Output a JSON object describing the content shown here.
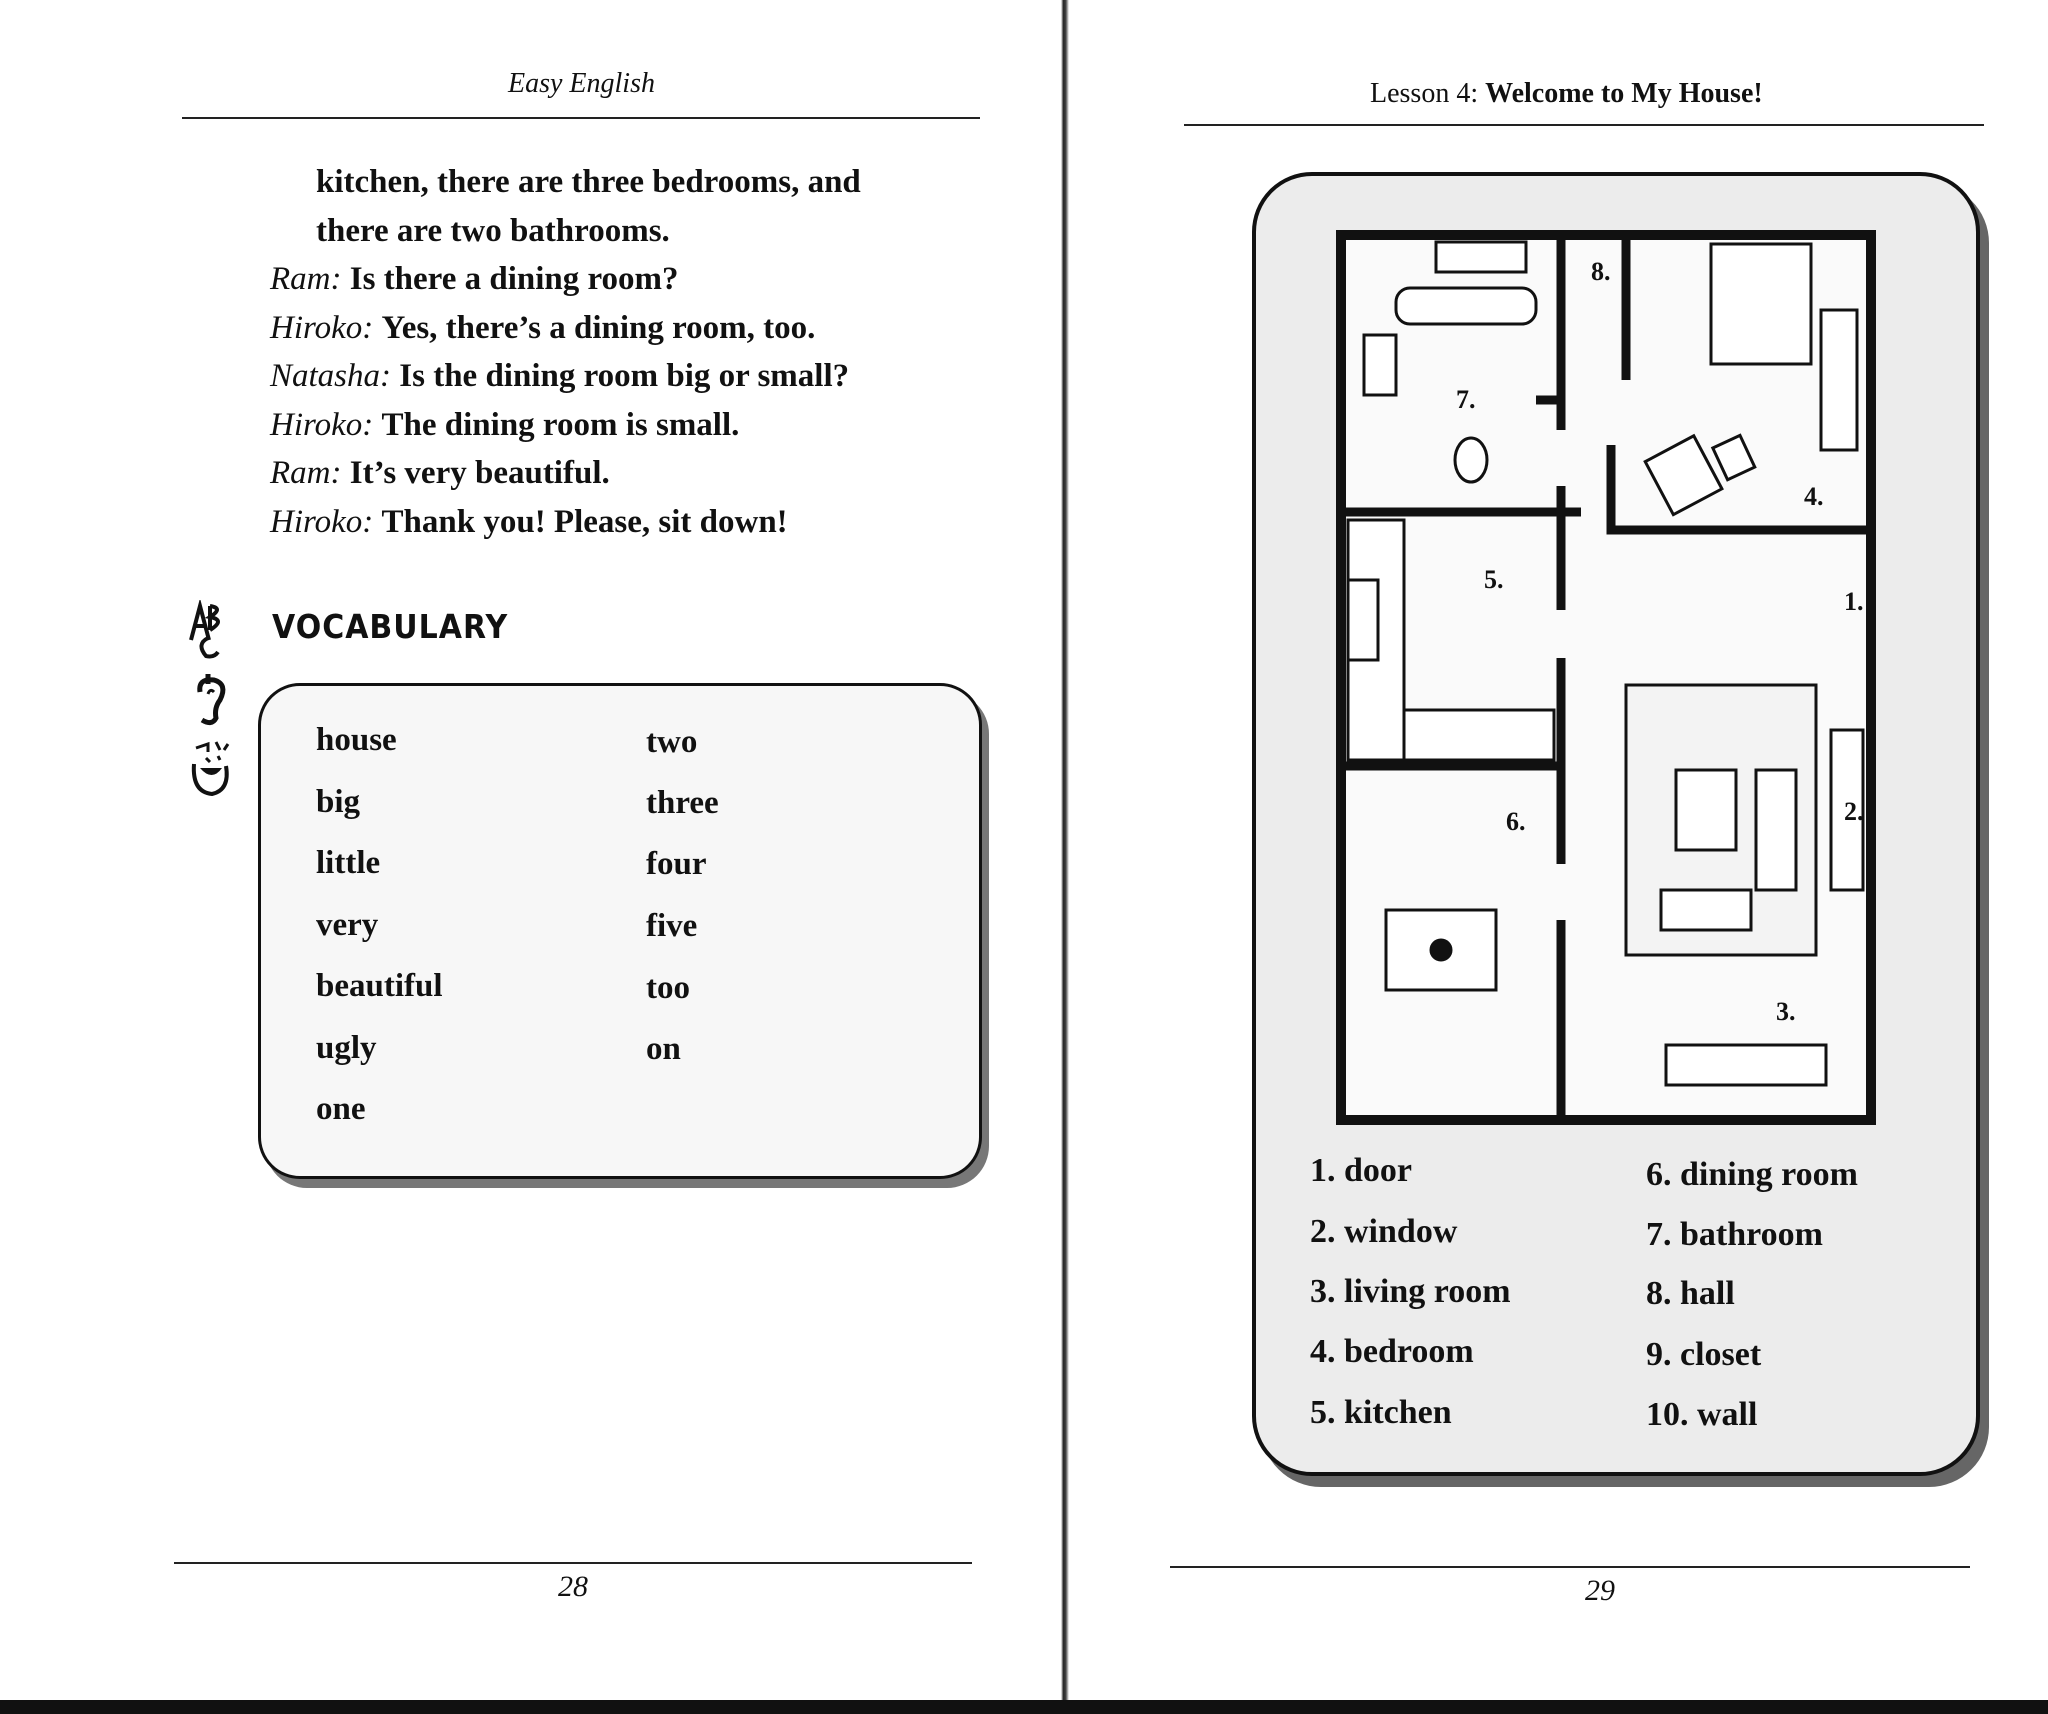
{
  "left_page": {
    "running_head": "Easy English",
    "page_number": "28",
    "dialogue": [
      {
        "speaker": "",
        "text": "kitchen, there are three bedrooms, and"
      },
      {
        "speaker": "",
        "text": "there are two bathrooms."
      },
      {
        "speaker": "Ram:",
        "text": "Is there a dining room?"
      },
      {
        "speaker": "Hiroko:",
        "text": "Yes, there’s a dining room, too."
      },
      {
        "speaker": "Natasha:",
        "text": "Is the dining room big or small?"
      },
      {
        "speaker": "Hiroko:",
        "text": "The dining room is small."
      },
      {
        "speaker": "Ram:",
        "text": "It’s very beautiful."
      },
      {
        "speaker": "Hiroko:",
        "text": "Thank you! Please, sit down!"
      }
    ],
    "vocabulary": {
      "heading": "VOCABULARY",
      "icons": [
        "abc-letters-icon",
        "ear-icon",
        "speaking-face-icon"
      ],
      "column_1": [
        "house",
        "big",
        "little",
        "very",
        "beautiful",
        "ugly",
        "one"
      ],
      "column_2": [
        "two",
        "three",
        "four",
        "five",
        "too",
        "on"
      ]
    }
  },
  "right_page": {
    "running_head": {
      "lesson": "Lesson 4:",
      "title": "Welcome to My House!"
    },
    "page_number": "29",
    "floor_plan": {
      "room_numbers": [
        "1.",
        "2.",
        "3.",
        "4.",
        "5.",
        "6.",
        "7.",
        "8."
      ],
      "legend": [
        "1. door",
        "2. window",
        "3. living room",
        "4. bedroom",
        "5. kitchen",
        "6. dining room",
        "7. bathroom",
        "8. hall",
        "9. closet",
        "10. wall"
      ]
    }
  }
}
